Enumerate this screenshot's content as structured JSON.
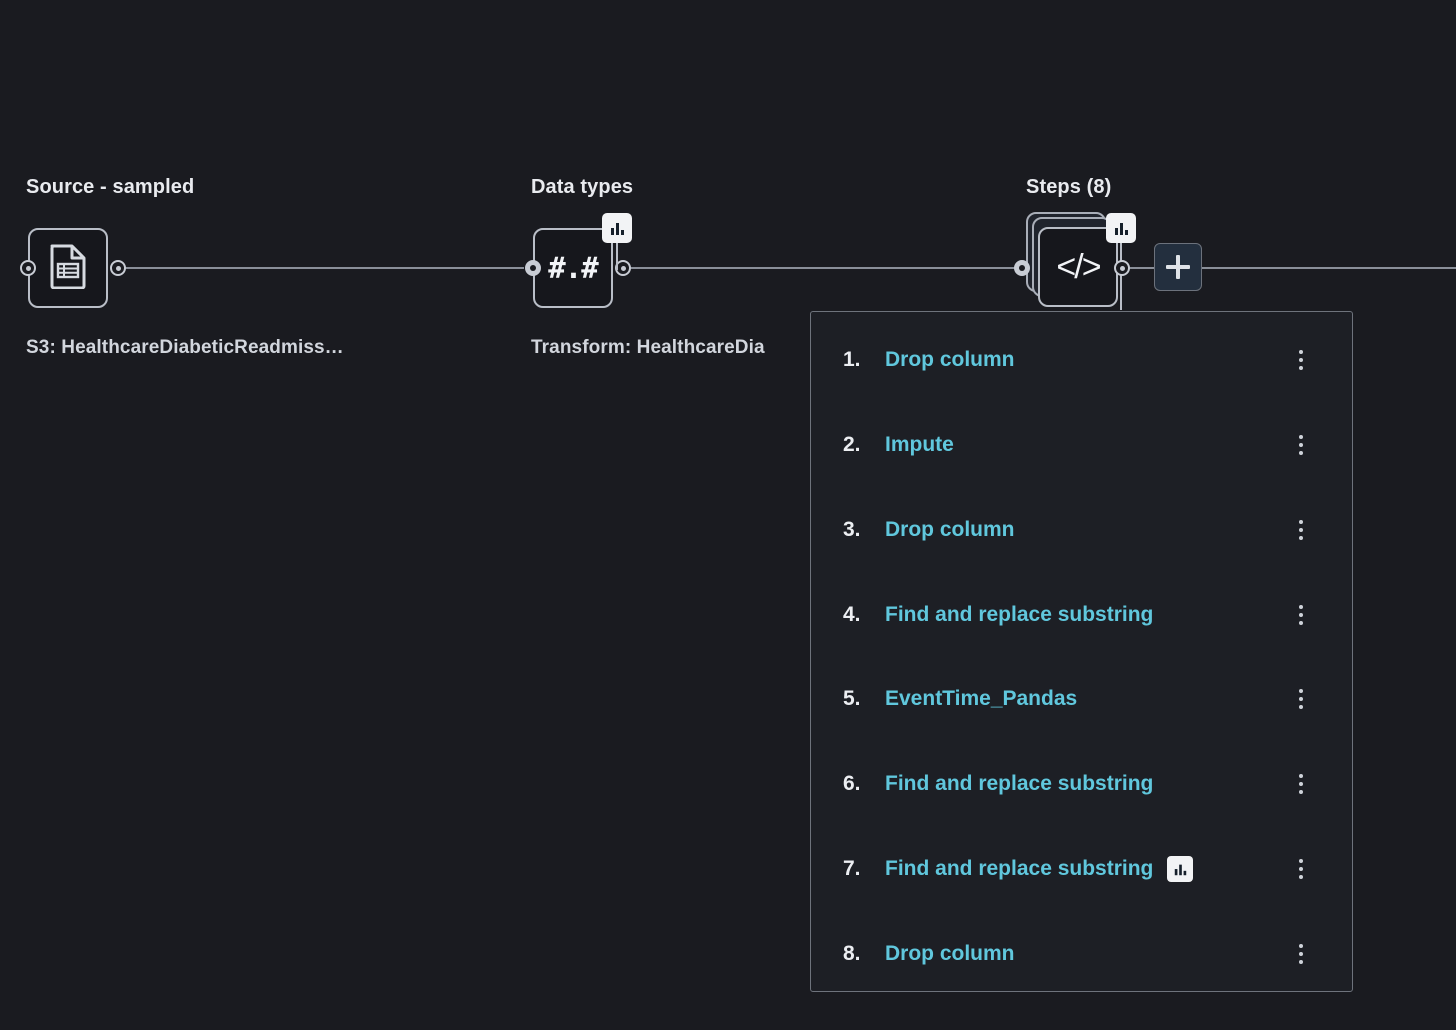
{
  "canvas": {
    "background_color": "#1a1b20",
    "edge_color": "#8a8f99",
    "accent_color": "#60c7dd"
  },
  "nodes": [
    {
      "id": "source",
      "title": "Source - sampled",
      "caption": "S3: HealthcareDiabeticReadmiss…",
      "icon": "document-table-icon",
      "has_chart_badge": false
    },
    {
      "id": "data-types",
      "title": "Data types",
      "caption": "Transform: HealthcareDia",
      "icon": "number-format-icon",
      "icon_glyph": "#.#",
      "has_chart_badge": true
    },
    {
      "id": "steps",
      "title": "Steps (8)",
      "caption": "",
      "icon": "code-brackets-icon",
      "icon_glyph": "</>",
      "has_chart_badge": true,
      "stacked": true
    }
  ],
  "add_button": {
    "label": "+",
    "name": "add-node-button"
  },
  "steps_panel": {
    "items": [
      {
        "index": "1.",
        "label": "Drop column",
        "has_badge": false
      },
      {
        "index": "2.",
        "label": "Impute",
        "has_badge": false
      },
      {
        "index": "3.",
        "label": "Drop column",
        "has_badge": false
      },
      {
        "index": "4.",
        "label": "Find and replace substring",
        "has_badge": false
      },
      {
        "index": "5.",
        "label": "EventTime_Pandas",
        "has_badge": false
      },
      {
        "index": "6.",
        "label": "Find and replace substring",
        "has_badge": false
      },
      {
        "index": "7.",
        "label": "Find and replace substring",
        "has_badge": true
      },
      {
        "index": "8.",
        "label": "Drop column",
        "has_badge": false
      }
    ]
  }
}
